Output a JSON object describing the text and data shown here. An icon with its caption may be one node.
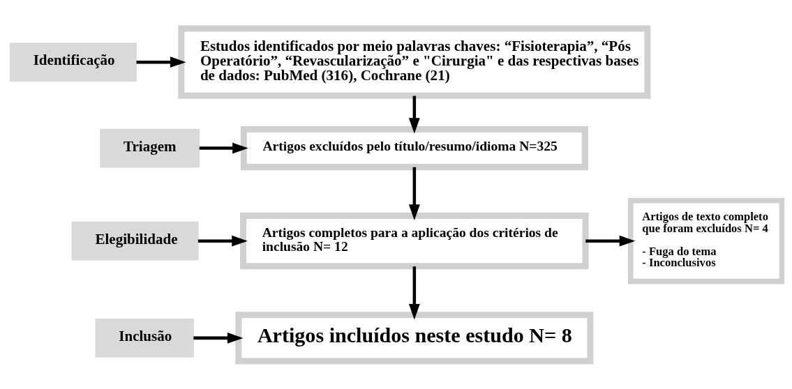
{
  "diagram": {
    "nodes": [
      {
        "text": [
          "Identificação"
        ]
      },
      {
        "text": [
          "Estudos identificados por meio palavras chaves: “Fisioterapia”, “Pós Operatório”, “Revascularização” e \"Cirurgia\" e das respectivas bases de dados: PubMed (316), Cochrane (21)"
        ]
      },
      {
        "text": [
          "Triagem"
        ]
      },
      {
        "text": [
          "Artigos excluídos pelo título/resumo/idioma N=325"
        ]
      },
      {
        "text": [
          "Elegibilidade"
        ]
      },
      {
        "text": [
          "Artigos completos para a aplicação dos critérios de inclusão N= 12"
        ]
      },
      {
        "text": [
          "Artigos de texto completo que foram excluídos N= 4",
          "- Fuga do tema",
          "- Inconclusivos"
        ]
      },
      {
        "text": [
          "Inclusão"
        ]
      },
      {
        "text": [
          "Artigos incluídos neste estudo N= 8"
        ]
      }
    ],
    "edges": [
      {
        "from": 0,
        "to": 1,
        "arrow": "to"
      },
      {
        "from": 1,
        "to": 3,
        "arrow": "to"
      },
      {
        "from": 2,
        "to": 3,
        "arrow": "to"
      },
      {
        "from": 3,
        "to": 5,
        "arrow": "to"
      },
      {
        "from": 4,
        "to": 5,
        "arrow": "to"
      },
      {
        "from": 5,
        "to": 6,
        "arrow": "to"
      },
      {
        "from": 5,
        "to": 8,
        "arrow": "to"
      },
      {
        "from": 7,
        "to": 8,
        "arrow": "to"
      }
    ]
  }
}
